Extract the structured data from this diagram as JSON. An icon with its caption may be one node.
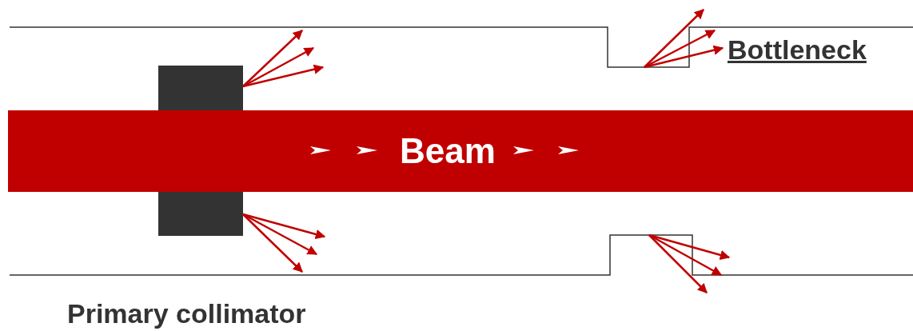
{
  "diagram": {
    "nodes": [
      {
        "text": [
          "Beam"
        ]
      },
      {
        "text": [],
        "shape": "box"
      },
      {
        "text": [],
        "shape": "box"
      }
    ],
    "edges": [],
    "labels": [
      "Bottleneck",
      "Primary collimator"
    ]
  }
}
